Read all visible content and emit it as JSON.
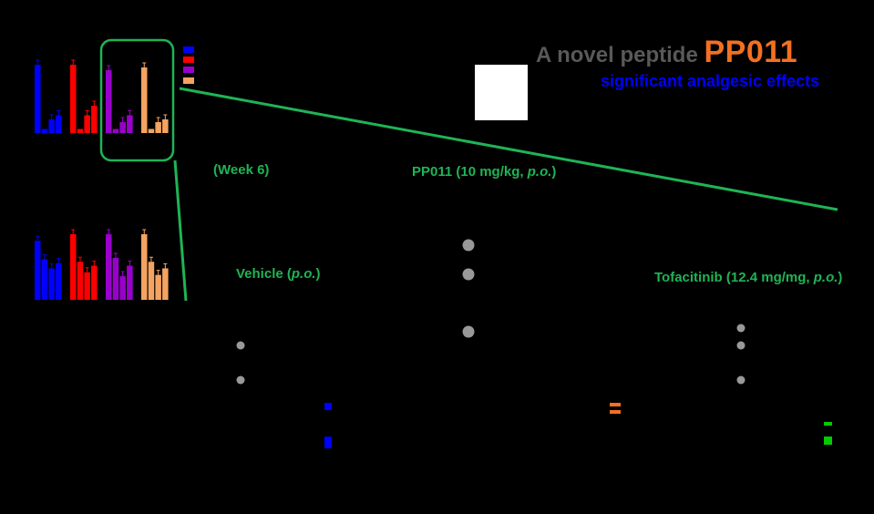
{
  "header": {
    "title_prefix": "A novel peptide",
    "title_highlight": "PP011",
    "subtitle": "significant analgesic effects"
  },
  "labels": {
    "week": "(Week 6)",
    "pp011_prefix": "PP011 (10 mg/kg, ",
    "pp011_em": "p.o.",
    "pp011_suffix": ")",
    "vehicle_prefix": "Vehicle (",
    "vehicle_em": "p.o.",
    "vehicle_suffix": ")",
    "tofa_prefix": "Tofacitinib (12.4 mg/mg, ",
    "tofa_em": "p.o.",
    "tofa_suffix": ")"
  },
  "colors": {
    "blue": "#0000ff",
    "red": "#ff0000",
    "purple": "#9900cc",
    "orange": "#f4a460",
    "green": "#1fb455",
    "gray": "#999999",
    "title_orange": "#f37021",
    "square_green": "#00cc00",
    "square_orange": "#f37021"
  },
  "chart_data": [
    {
      "type": "bar",
      "series": [
        {
          "color": "blue",
          "values": [
            1.0,
            0.06,
            0.2,
            0.26
          ]
        },
        {
          "color": "red",
          "values": [
            1.0,
            0.06,
            0.26,
            0.4
          ]
        },
        {
          "color": "purple",
          "values": [
            0.92,
            0.06,
            0.16,
            0.26
          ]
        },
        {
          "color": "orange",
          "values": [
            0.96,
            0.06,
            0.16,
            0.2
          ]
        }
      ],
      "ylim": [
        0,
        1
      ],
      "grid": false
    },
    {
      "type": "bar",
      "series": [
        {
          "color": "blue",
          "values": [
            0.9,
            0.62,
            0.48,
            0.56
          ]
        },
        {
          "color": "red",
          "values": [
            1.0,
            0.58,
            0.42,
            0.52
          ]
        },
        {
          "color": "purple",
          "values": [
            1.0,
            0.64,
            0.36,
            0.52
          ]
        },
        {
          "color": "orange",
          "values": [
            1.0,
            0.58,
            0.38,
            0.48
          ]
        }
      ],
      "ylim": [
        0,
        1
      ],
      "grid": false
    }
  ]
}
